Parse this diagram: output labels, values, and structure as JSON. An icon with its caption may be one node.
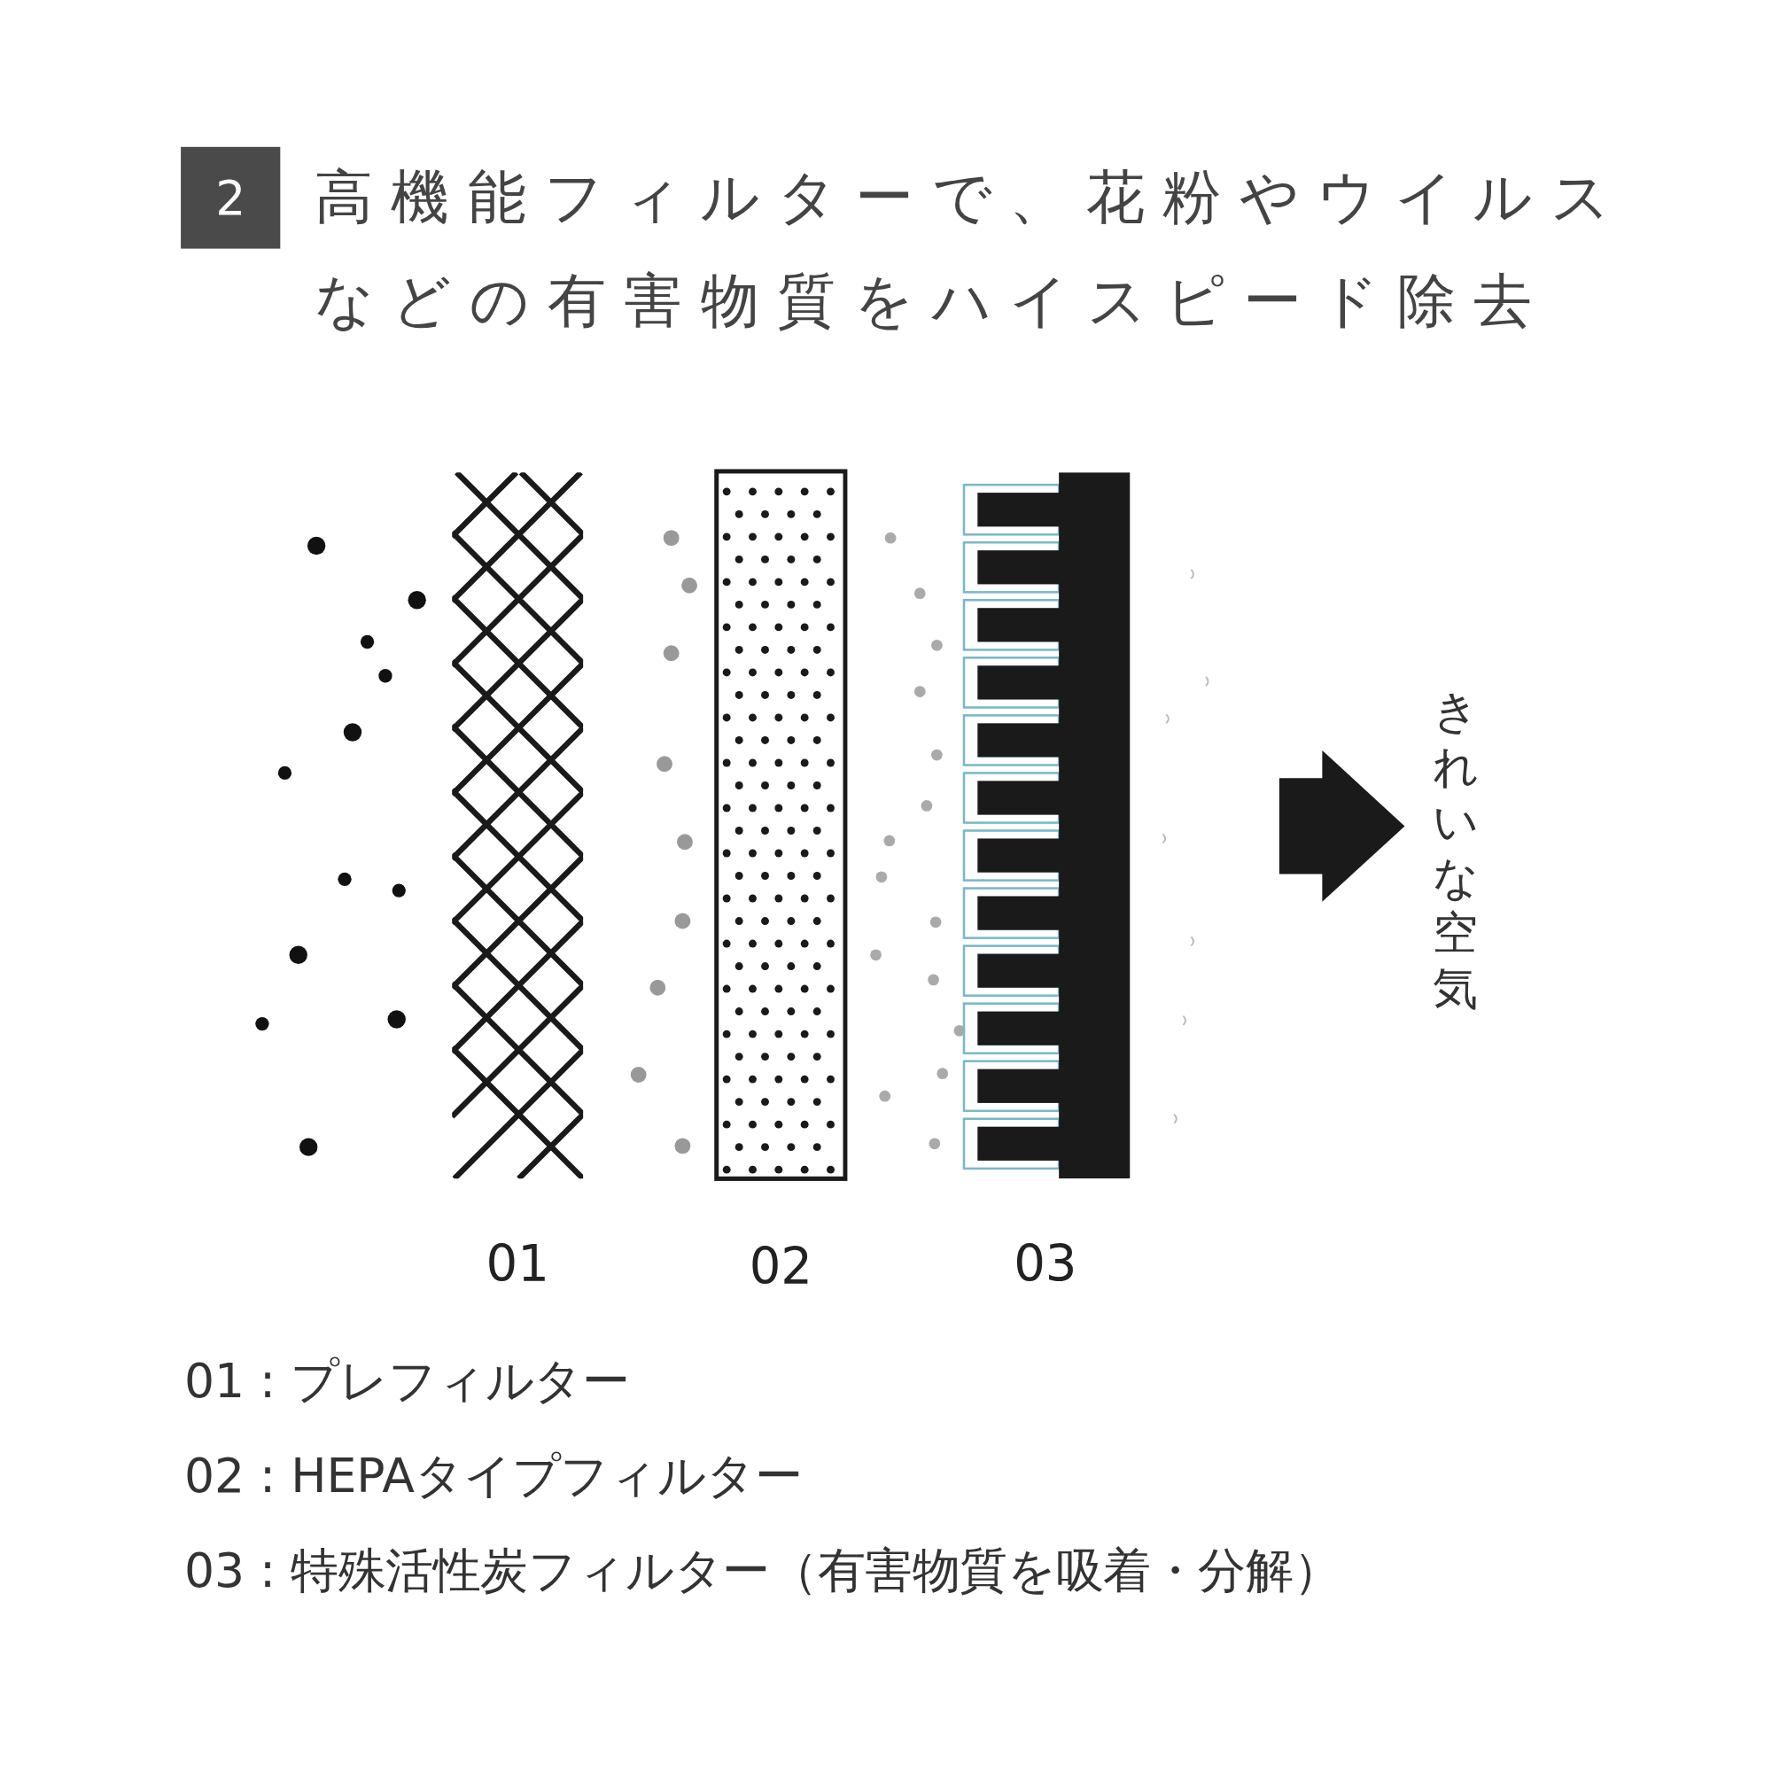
{
  "diagram": {
    "title": "高機能フィルターで、花粉やウイルスなどの有害物質をハイスピード除去",
    "nodes": [
      {
        "text": [
          "2"
        ]
      },
      {
        "text": [],
        "shape": "box",
        "beside": [
          "01"
        ]
      },
      {
        "text": [],
        "shape": "box",
        "beside": [
          "02"
        ]
      },
      {
        "text": [],
        "shape": "box",
        "beside": [
          "03"
        ]
      },
      {
        "text": [
          "きれいな空気"
        ]
      }
    ],
    "edges": [
      {
        "from": null,
        "to": 4,
        "arrow": "to"
      }
    ],
    "labels": [
      "01 : プレフィルター",
      "02 : HEPAタイプフィルター",
      "03 : 特殊活性炭フィルター（有害物質を吸着・分解）"
    ]
  }
}
